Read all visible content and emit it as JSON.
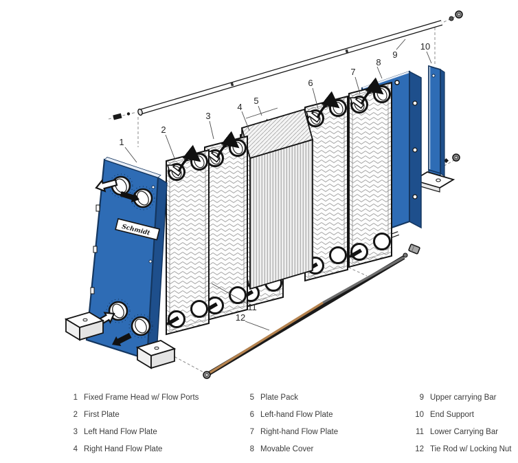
{
  "figure": {
    "description": "Exploded view diagram of a gasketed plate heat exchanger",
    "logo_text": "Schmidt",
    "colors": {
      "frame_blue": "#2e6cb5",
      "frame_blue_dark": "#1e4f8c",
      "edge_highlight": "#e8eef7",
      "outline": "#141414",
      "tie_rod_copper": "#b5834f",
      "tie_rod_gray": "#6e6e6e",
      "dashed_guide": "#8a8a8a",
      "legend_text": "#3b3b3b"
    }
  },
  "legend": {
    "columns": [
      {
        "items": [
          {
            "num": "1",
            "label": "Fixed Frame Head w/ Flow Ports"
          },
          {
            "num": "2",
            "label": "First Plate"
          },
          {
            "num": "3",
            "label": "Left Hand Flow Plate"
          },
          {
            "num": "4",
            "label": "Right Hand Flow Plate"
          }
        ]
      },
      {
        "items": [
          {
            "num": "5",
            "label": "Plate Pack"
          },
          {
            "num": "6",
            "label": "Left-hand Flow Plate"
          },
          {
            "num": "7",
            "label": "Right-hand Flow Plate"
          },
          {
            "num": "8",
            "label": "Movable Cover"
          }
        ]
      },
      {
        "items": [
          {
            "num": "9",
            "label": "Upper carrying Bar"
          },
          {
            "num": "10",
            "label": "End Support"
          },
          {
            "num": "11",
            "label": "Lower Carrying Bar"
          },
          {
            "num": "12",
            "label": "Tie Rod w/ Locking Nut"
          }
        ]
      }
    ]
  }
}
